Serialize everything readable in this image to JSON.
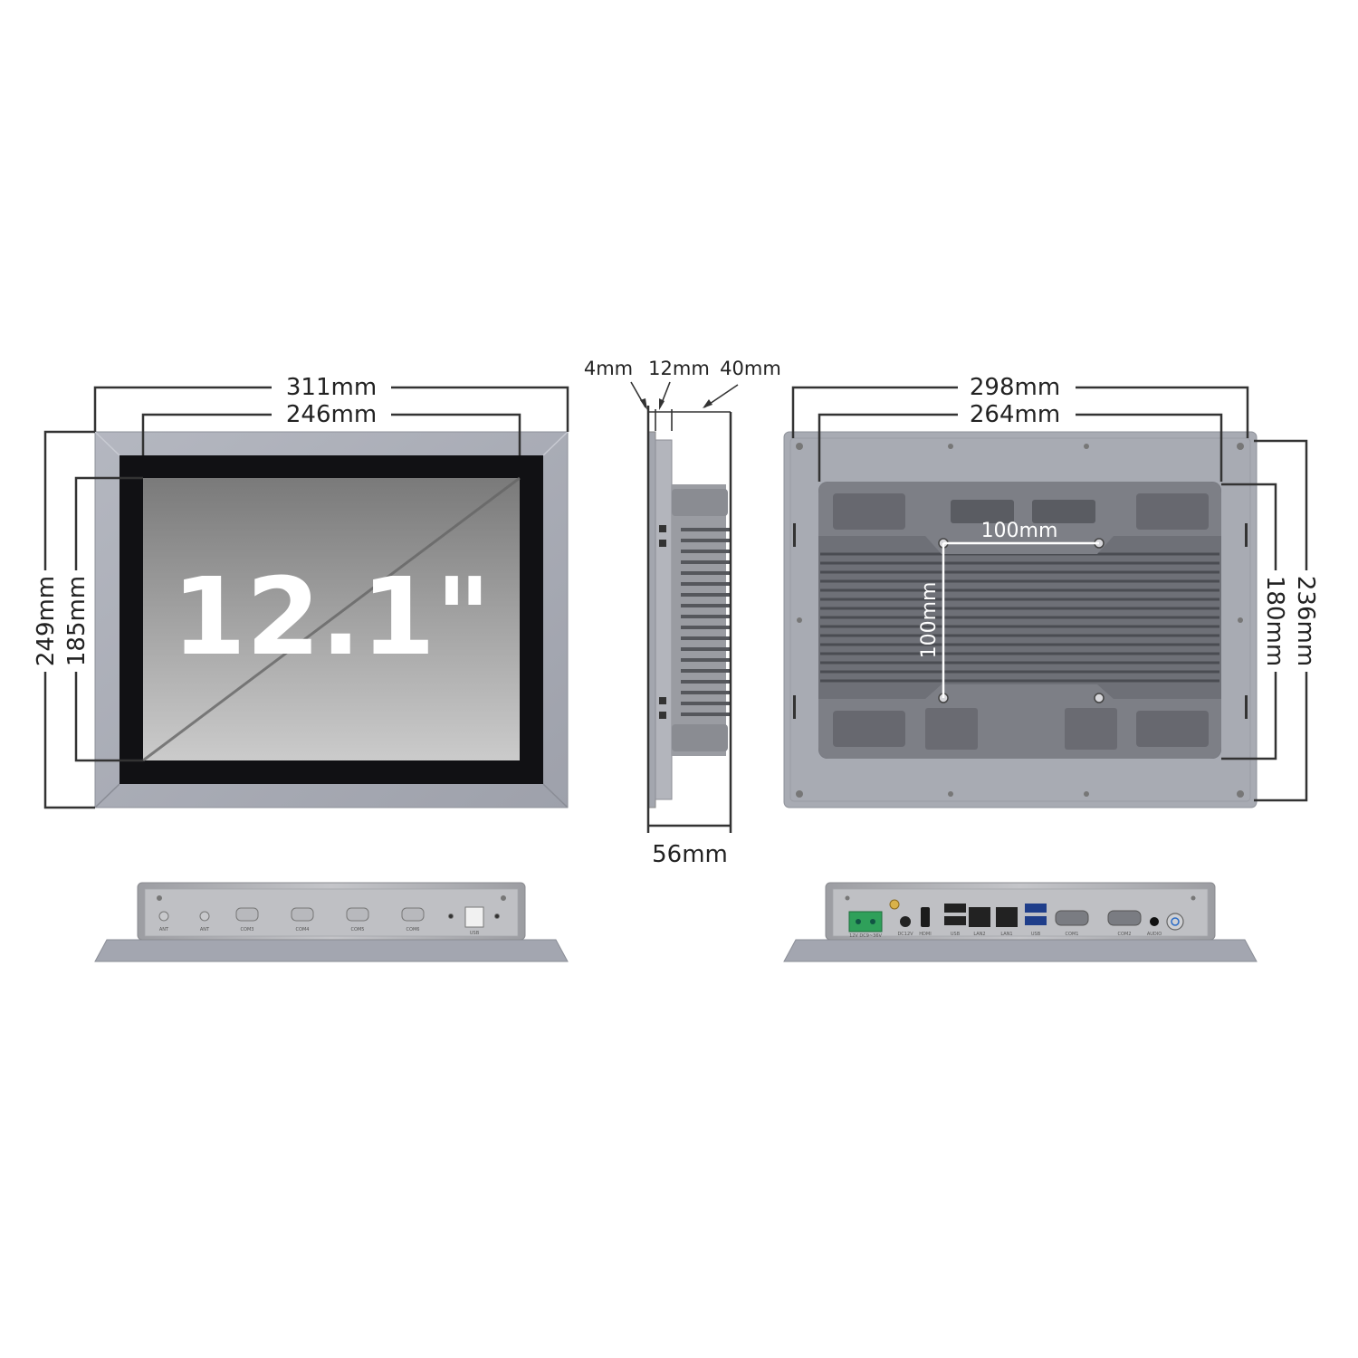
{
  "screen_size": "12.1\"",
  "front": {
    "width_outer": "311mm",
    "width_inner": "246mm",
    "height_outer": "249mm",
    "height_inner": "185mm"
  },
  "side": {
    "bezel": "4mm",
    "mid": "12mm",
    "body": "40mm",
    "depth": "56mm"
  },
  "back": {
    "width_outer": "298mm",
    "width_inner": "264mm",
    "height_outer": "236mm",
    "height_inner": "180mm",
    "vesa_h": "100mm",
    "vesa_v": "100mm"
  },
  "bottom_ports": [
    "ANT",
    "ANT",
    "COM3",
    "COM4",
    "COM5",
    "COM6",
    "USB"
  ],
  "io_ports": [
    "12V DC9~36V",
    "DC12V",
    "HDMI",
    "USB",
    "LAN2",
    "LAN1",
    "USB",
    "COM1",
    "COM2",
    "AUDIO"
  ],
  "colors": {
    "frame": "#a9acb6",
    "frame_dark": "#8f929c",
    "line": "#333333",
    "screen_top": "#7b7b7b",
    "screen_bottom": "#c9c9c9"
  }
}
